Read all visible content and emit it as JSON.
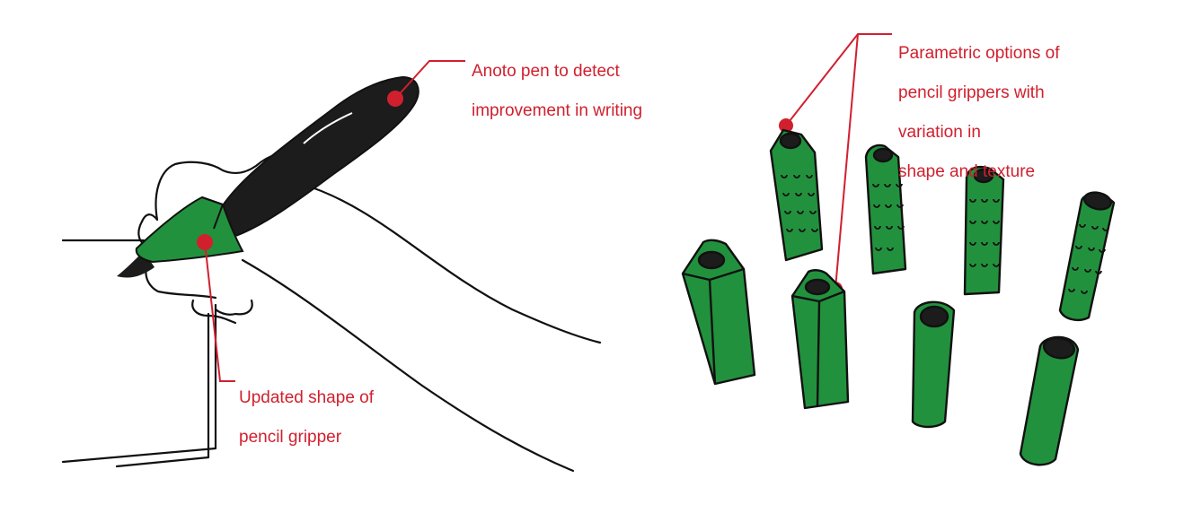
{
  "annotations": {
    "pen": {
      "line1": "Anoto pen to detect",
      "line2": "improvement in writing"
    },
    "gripper": {
      "line1": "Updated shape of",
      "line2": "pencil gripper"
    },
    "parametric": {
      "line1": "Parametric options of",
      "line2": "pencil grippers with",
      "line3": "variation in",
      "line4": "shape and texture"
    }
  },
  "colors": {
    "annotation": "#d0202e",
    "gripper_fill": "#22913d",
    "pen_body": "#1c1c1c",
    "outline": "#111111"
  },
  "icons": [
    "hand-illustration",
    "anoto-pen",
    "pencil-gripper",
    "textured-gripper",
    "smooth-gripper"
  ]
}
